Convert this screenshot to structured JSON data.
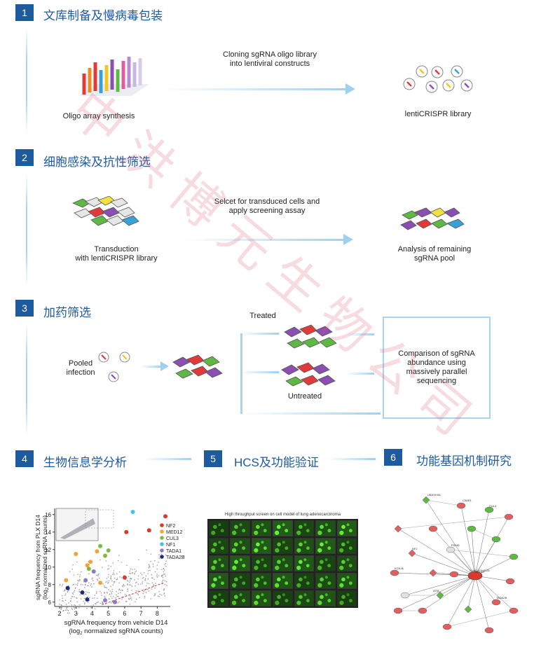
{
  "steps": [
    {
      "num": "1",
      "title": "文库制备及慢病毒包装"
    },
    {
      "num": "2",
      "title": "细胞感染及抗性筛选"
    },
    {
      "num": "3",
      "title": "加药筛选"
    },
    {
      "num": "4",
      "title": "生物信息学分析"
    },
    {
      "num": "5",
      "title": "HCS及功能验证"
    },
    {
      "num": "6",
      "title": "功能基因机制研究"
    }
  ],
  "step1": {
    "left_caption": "Oligo array synthesis",
    "arrow_caption": "Cloning sgRNA oligo library into lentiviral constructs",
    "right_caption": "lentiCRISPR library"
  },
  "step2": {
    "left_caption_1": "Transduction",
    "left_caption_2": "with lentiCRISPR library",
    "arrow_caption": "Selcet for transduced cells and apply screening assay",
    "right_caption_1": "Analysis of remaining",
    "right_caption_2": "sgRNA pool"
  },
  "step3": {
    "pooled_1": "Pooled",
    "pooled_2": "infection",
    "treated": "Treated",
    "untreated": "Untreated",
    "box_text": "Comparison of sgRNA abundance using massively parallel sequencing"
  },
  "step5": {
    "screen_title": "High throughput screen on cell model of lung adenocarcinoma"
  },
  "step6": {
    "network_labels": [
      "UBASH3A",
      "C5AR1",
      "MED12",
      "CUL3",
      "PSMD",
      "SUMO2/3/4S2D",
      "NF2",
      "TADA2B",
      "ATM",
      "KCNJ6"
    ]
  },
  "watermark": "中洪博元生物公司",
  "colors": {
    "brand": "#1d5a9e",
    "arrow": "#9fd1ef",
    "watermark": "#d75a78"
  },
  "chart_data": {
    "type": "scatter",
    "title": "",
    "xlabel": "sgRNA frequency from vehicle D14 (log2 normalized sgRNA counts)",
    "ylabel": "sgRNA frequency from PLX D14 (log2 normalized sgRNA counts)",
    "xlabel_line1": "sgRNA frequency from vehicle D14",
    "xlabel_line2": "(log",
    "xlabel_line2b": " normalized sgRNA counts)",
    "ylabel_line1": "sgRNA frequency from PLX D14",
    "ylabel_line2": "(log",
    "ylabel_line2b": " normalized sgRNA counts)",
    "xlim": [
      1.7,
      8.8
    ],
    "ylim": [
      5.5,
      16.7
    ],
    "x_ticks": [
      "2",
      "3",
      "4",
      "5",
      "6",
      "7",
      "8"
    ],
    "y_ticks": [
      "6",
      "8",
      "10",
      "12",
      "14",
      "16"
    ],
    "legend_position": "right",
    "series": [
      {
        "name": "NF2",
        "color": "#d93a2b",
        "points": [
          [
            6.1,
            14.0
          ],
          [
            7.5,
            14.2
          ],
          [
            8.5,
            15.8
          ],
          [
            6.0,
            8.8
          ]
        ]
      },
      {
        "name": "MED12",
        "color": "#f2a23a",
        "points": [
          [
            3.0,
            11.5
          ],
          [
            4.3,
            11.8
          ],
          [
            3.9,
            10.6
          ],
          [
            3.7,
            10.2
          ],
          [
            2.4,
            8.5
          ],
          [
            4.5,
            8.2
          ]
        ]
      },
      {
        "name": "CUL3",
        "color": "#7dbb44",
        "points": [
          [
            4.5,
            12.4
          ],
          [
            5.0,
            11.9
          ],
          [
            4.8,
            11.3
          ],
          [
            3.8,
            9.8
          ]
        ]
      },
      {
        "name": "NF1",
        "color": "#4bbfe0",
        "points": [
          [
            6.5,
            16.3
          ]
        ]
      },
      {
        "name": "TADA1",
        "color": "#8a7bc0",
        "points": [
          [
            3.6,
            8.5
          ],
          [
            4.1,
            9.5
          ],
          [
            4.8,
            6.2
          ],
          [
            5.4,
            6.0
          ]
        ]
      },
      {
        "name": "TADA2B",
        "color": "#1f2a78",
        "points": [
          [
            2.5,
            7.6
          ],
          [
            3.4,
            7.1
          ],
          [
            3.7,
            6.3
          ]
        ]
      }
    ],
    "legend_labels": [
      "NF2",
      "MED12",
      "CUL3",
      "NF1",
      "TADA1",
      "TADA2B"
    ]
  }
}
